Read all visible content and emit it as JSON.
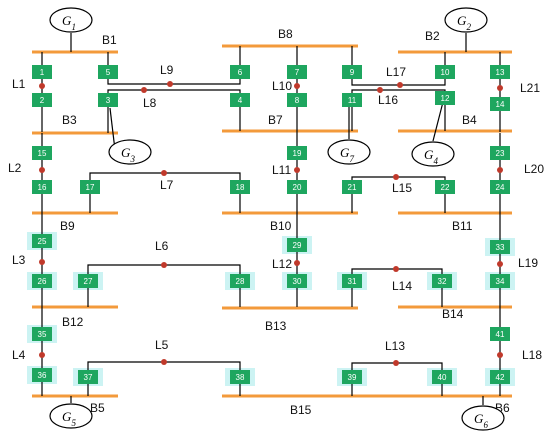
{
  "colors": {
    "bus": "#f39a3b",
    "node": "#1ea65f",
    "highlight": "#ccf3f3",
    "line": "#000000",
    "breaker": "#c0392b"
  },
  "buses": [
    {
      "id": "bus-B1",
      "label": "B1"
    },
    {
      "id": "bus-B8",
      "label": "B8"
    },
    {
      "id": "bus-B2",
      "label": "B2"
    },
    {
      "id": "bus-B3",
      "label": "B3"
    },
    {
      "id": "bus-B7",
      "label": "B7"
    },
    {
      "id": "bus-B4",
      "label": "B4"
    },
    {
      "id": "bus-B9",
      "label": "B9"
    },
    {
      "id": "bus-B10",
      "label": "B10"
    },
    {
      "id": "bus-B11",
      "label": "B11"
    },
    {
      "id": "bus-B12",
      "label": "B12"
    },
    {
      "id": "bus-B13",
      "label": "B13"
    },
    {
      "id": "bus-B14",
      "label": "B14"
    },
    {
      "id": "bus-B5",
      "label": "B5"
    },
    {
      "id": "bus-B15",
      "label": "B15"
    },
    {
      "id": "bus-B6",
      "label": "B6"
    }
  ],
  "generators": [
    {
      "id": "G1",
      "main": "G",
      "sub": "1"
    },
    {
      "id": "G2",
      "main": "G",
      "sub": "2"
    },
    {
      "id": "G3",
      "main": "G",
      "sub": "3"
    },
    {
      "id": "G7",
      "main": "G",
      "sub": "7"
    },
    {
      "id": "G4",
      "main": "G",
      "sub": "4"
    },
    {
      "id": "G5",
      "main": "G",
      "sub": "5"
    },
    {
      "id": "G6",
      "main": "G",
      "sub": "6"
    }
  ],
  "nodes": [
    "1",
    "2",
    "3",
    "4",
    "5",
    "6",
    "7",
    "8",
    "9",
    "10",
    "11",
    "12",
    "13",
    "14",
    "15",
    "16",
    "17",
    "18",
    "19",
    "20",
    "21",
    "22",
    "23",
    "24",
    "25",
    "26",
    "27",
    "28",
    "29",
    "30",
    "31",
    "32",
    "33",
    "34",
    "35",
    "36",
    "37",
    "38",
    "39",
    "40",
    "41",
    "42"
  ],
  "lines": [
    "L1",
    "L2",
    "L3",
    "L4",
    "L5",
    "L6",
    "L7",
    "L8",
    "L9",
    "L10",
    "L11",
    "L12",
    "L13",
    "L14",
    "L15",
    "L16",
    "L17",
    "L18",
    "L19",
    "L20",
    "L21"
  ]
}
